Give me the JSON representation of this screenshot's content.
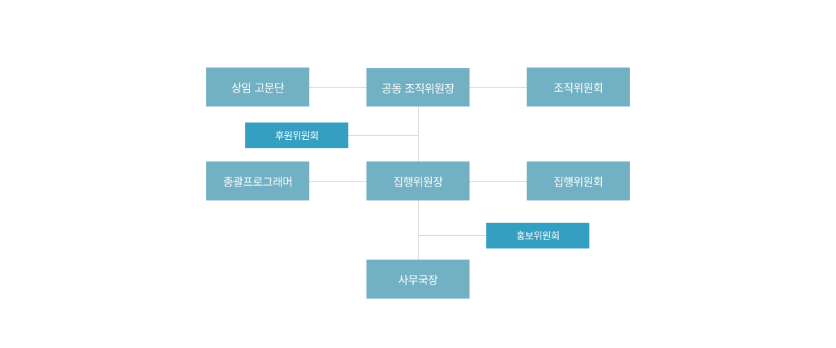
{
  "colors": {
    "primary_box": "#72b0c3",
    "secondary_box": "#349fc0",
    "connector": "#d6d6d6",
    "text": "#ffffff"
  },
  "org_chart": {
    "advisory_board": "상임 고문단",
    "joint_chair": "공동 조직위원장",
    "organizing_committee": "조직위원회",
    "sponsorship_committee": "후원위원회",
    "general_programmer": "총괄프로그래머",
    "executive_chair": "집행위원장",
    "executive_committee": "집행위원회",
    "publicity_committee": "홍보위원회",
    "secretary_general": "사무국장"
  }
}
